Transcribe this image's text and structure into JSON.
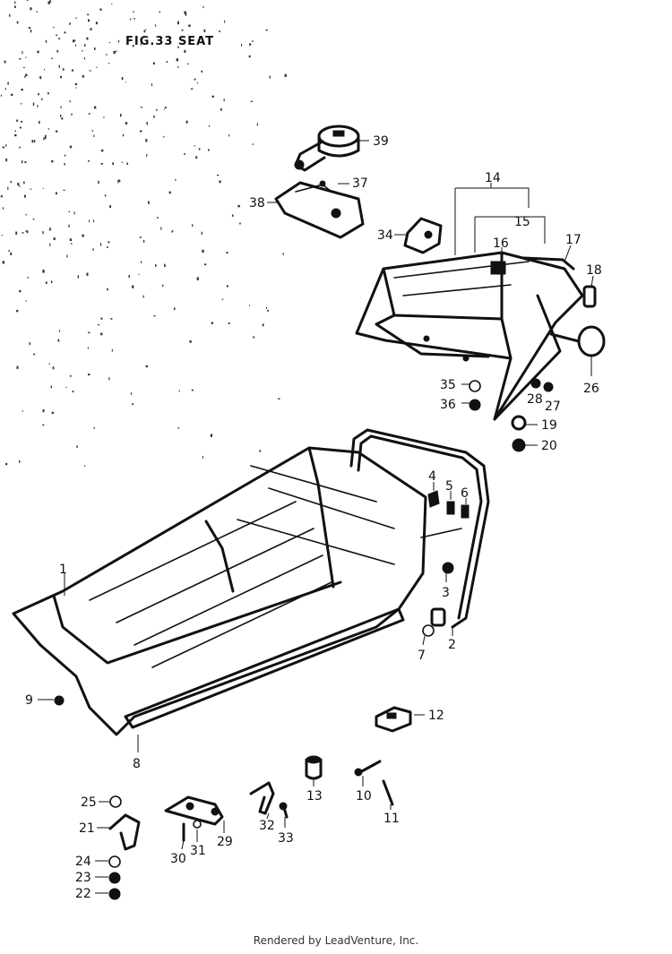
{
  "figure": {
    "title": "FIG.33  SEAT"
  },
  "footer": {
    "text": "Rendered by LeadVenture, Inc."
  },
  "callouts": {
    "1": "1",
    "2": "2",
    "3": "3",
    "4": "4",
    "5": "5",
    "6": "6",
    "7": "7",
    "8": "8",
    "9": "9",
    "10": "10",
    "11": "11",
    "12": "12",
    "13": "13",
    "14": "14",
    "15": "15",
    "16": "16",
    "17": "17",
    "18": "18",
    "19": "19",
    "20": "20",
    "21": "21",
    "22": "22",
    "23": "23",
    "24": "24",
    "25": "25",
    "26": "26",
    "27": "27",
    "28": "28",
    "29": "29",
    "30": "30",
    "31": "31",
    "32": "32",
    "33": "33",
    "34": "34",
    "35": "35",
    "36": "36",
    "37": "37",
    "38": "38",
    "39": "39"
  }
}
